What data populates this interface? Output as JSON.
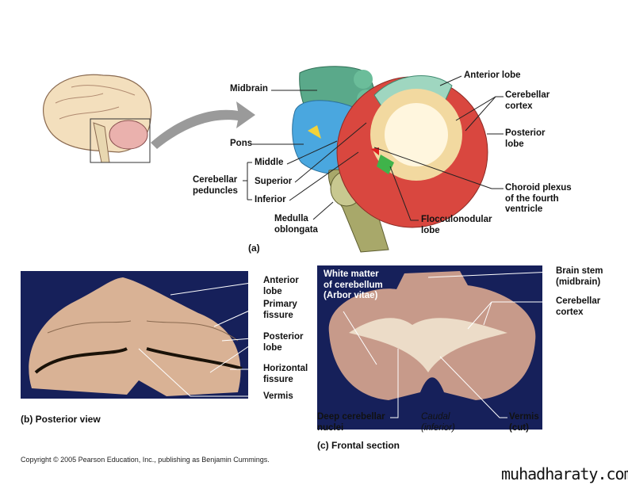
{
  "panel_a": {
    "labels": {
      "midbrain": "Midbrain",
      "pons": "Pons",
      "cerebellar_peduncles": [
        "Cerebellar",
        "peduncles"
      ],
      "middle": "Middle",
      "superior": "Superior",
      "inferior": "Inferior",
      "medulla": [
        "Medulla",
        "oblongata"
      ],
      "anterior_lobe": "Anterior lobe",
      "cerebellar_cortex": [
        "Cerebellar",
        "cortex"
      ],
      "posterior_lobe": [
        "Posterior",
        "lobe"
      ],
      "choroid_plexus": [
        "Choroid plexus",
        "of the fourth",
        "ventricle"
      ],
      "flocculonodular": [
        "Flocculonodular",
        "lobe"
      ]
    },
    "caption": "(a)"
  },
  "panel_b": {
    "labels": {
      "anterior_lobe": [
        "Anterior",
        "lobe"
      ],
      "primary_fissure": [
        "Primary",
        "fissure"
      ],
      "posterior_lobe": [
        "Posterior",
        "lobe"
      ],
      "horizontal_fissure": [
        "Horizontal",
        "fissure"
      ],
      "vermis": "Vermis"
    },
    "caption": "(b) Posterior view"
  },
  "panel_c": {
    "labels": {
      "white_matter": [
        "White matter",
        "of cerebellum",
        "(Arbor vitae)"
      ],
      "brain_stem": [
        "Brain stem",
        "(midbrain)"
      ],
      "cerebellar_cortex": [
        "Cerebellar",
        "cortex"
      ],
      "deep_nuclei": [
        "Deep cerebellar",
        "nuclei"
      ],
      "caudal": [
        "Caudal",
        "(inferior)"
      ],
      "vermis_cut": [
        "Vermis",
        "(cut)"
      ]
    },
    "caption": "(c) Frontal section"
  },
  "copyright": "Copyright © 2005 Pearson Education, Inc., publishing as Benjamin Cummings.",
  "watermark": "muhadharaty.com",
  "colors": {
    "navy": "#16205a",
    "midbrain": "#5aa98a",
    "pons": "#4aa7df",
    "cerebellum": "#d9473f",
    "arbor": "#f2d9a0",
    "medulla": "#a8a86a",
    "tissue": "#d9b295"
  }
}
